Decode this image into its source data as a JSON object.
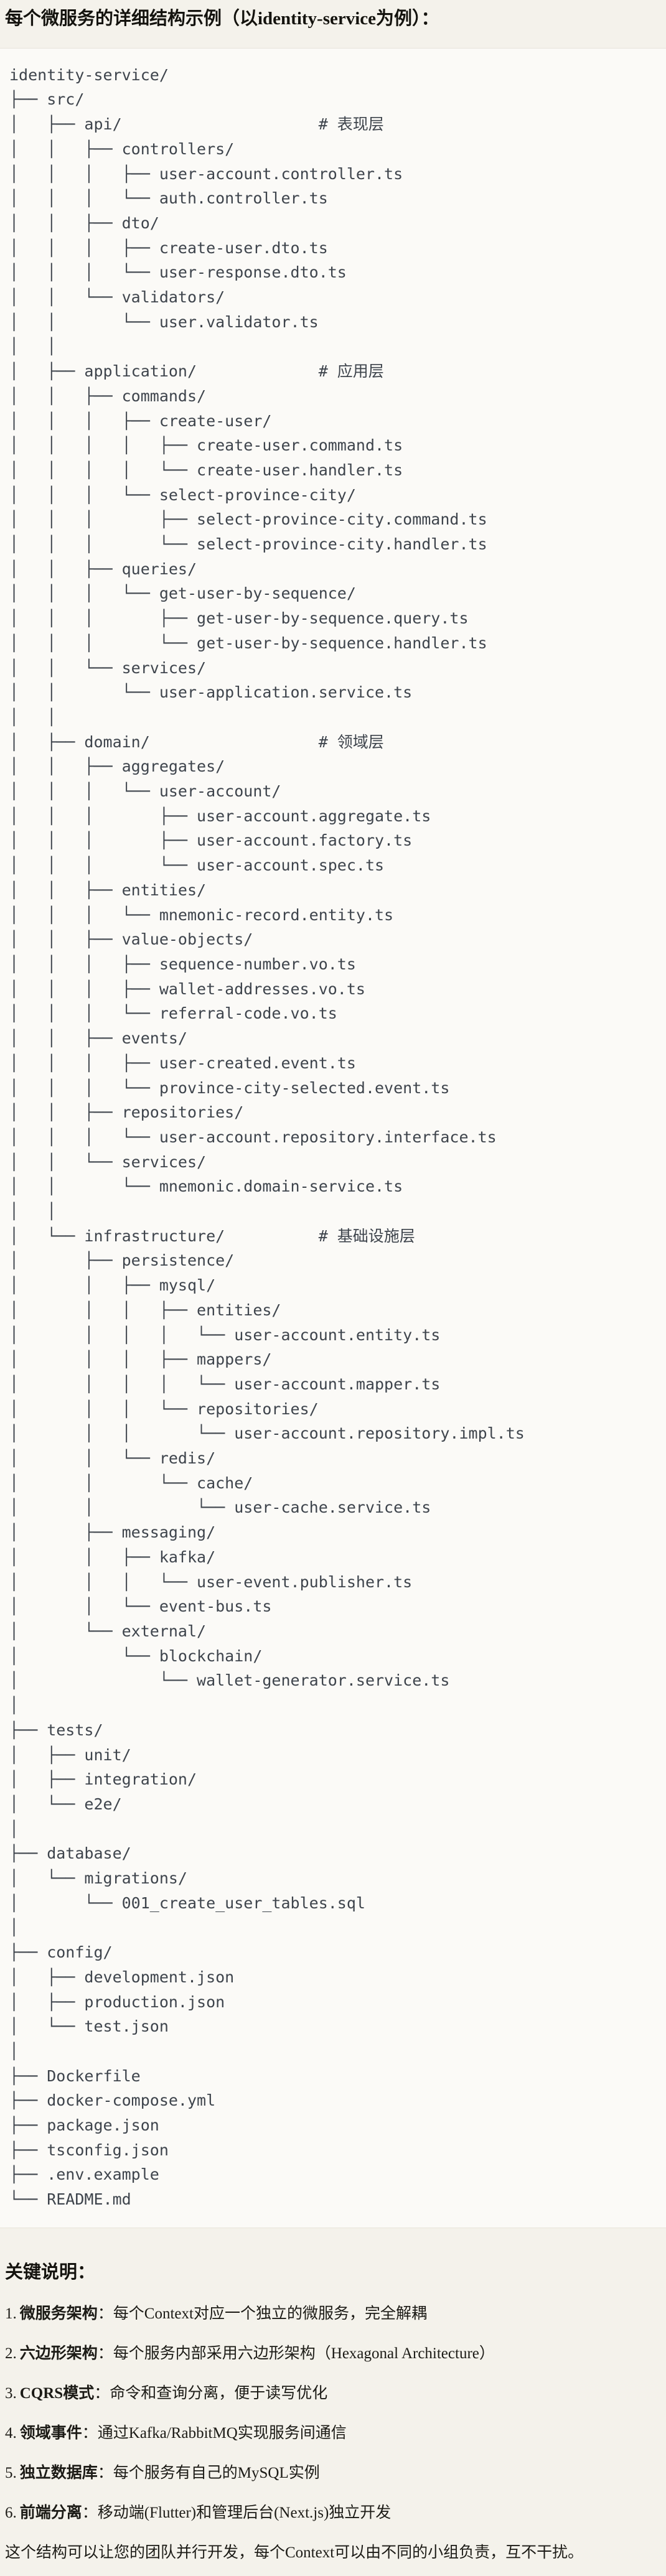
{
  "page": {
    "title": "每个微服务的详细结构示例（以identity-service为例）：",
    "colon": "："
  },
  "tree": {
    "lines": [
      "identity-service/",
      "├── src/",
      "│   ├── api/                     # 表现层",
      "│   │   ├── controllers/",
      "│   │   │   ├── user-account.controller.ts",
      "│   │   │   └── auth.controller.ts",
      "│   │   ├── dto/",
      "│   │   │   ├── create-user.dto.ts",
      "│   │   │   └── user-response.dto.ts",
      "│   │   └── validators/",
      "│   │       └── user.validator.ts",
      "│   │",
      "│   ├── application/             # 应用层",
      "│   │   ├── commands/",
      "│   │   │   ├── create-user/",
      "│   │   │   │   ├── create-user.command.ts",
      "│   │   │   │   └── create-user.handler.ts",
      "│   │   │   └── select-province-city/",
      "│   │   │       ├── select-province-city.command.ts",
      "│   │   │       └── select-province-city.handler.ts",
      "│   │   ├── queries/",
      "│   │   │   └── get-user-by-sequence/",
      "│   │   │       ├── get-user-by-sequence.query.ts",
      "│   │   │       └── get-user-by-sequence.handler.ts",
      "│   │   └── services/",
      "│   │       └── user-application.service.ts",
      "│   │",
      "│   ├── domain/                  # 领域层",
      "│   │   ├── aggregates/",
      "│   │   │   └── user-account/",
      "│   │   │       ├── user-account.aggregate.ts",
      "│   │   │       ├── user-account.factory.ts",
      "│   │   │       └── user-account.spec.ts",
      "│   │   ├── entities/",
      "│   │   │   └── mnemonic-record.entity.ts",
      "│   │   ├── value-objects/",
      "│   │   │   ├── sequence-number.vo.ts",
      "│   │   │   ├── wallet-addresses.vo.ts",
      "│   │   │   └── referral-code.vo.ts",
      "│   │   ├── events/",
      "│   │   │   ├── user-created.event.ts",
      "│   │   │   └── province-city-selected.event.ts",
      "│   │   ├── repositories/",
      "│   │   │   └── user-account.repository.interface.ts",
      "│   │   └── services/",
      "│   │       └── mnemonic.domain-service.ts",
      "│   │",
      "│   └── infrastructure/          # 基础设施层",
      "│       ├── persistence/",
      "│       │   ├── mysql/",
      "│       │   │   ├── entities/",
      "│       │   │   │   └── user-account.entity.ts",
      "│       │   │   ├── mappers/",
      "│       │   │   │   └── user-account.mapper.ts",
      "│       │   │   └── repositories/",
      "│       │   │       └── user-account.repository.impl.ts",
      "│       │   └── redis/",
      "│       │       └── cache/",
      "│       │           └── user-cache.service.ts",
      "│       ├── messaging/",
      "│       │   ├── kafka/",
      "│       │   │   └── user-event.publisher.ts",
      "│       │   └── event-bus.ts",
      "│       └── external/",
      "│           └── blockchain/",
      "│               └── wallet-generator.service.ts",
      "│",
      "├── tests/",
      "│   ├── unit/",
      "│   ├── integration/",
      "│   └── e2e/",
      "│",
      "├── database/",
      "│   └── migrations/",
      "│       └── 001_create_user_tables.sql",
      "│",
      "├── config/",
      "│   ├── development.json",
      "│   ├── production.json",
      "│   └── test.json",
      "│",
      "├── Dockerfile",
      "├── docker-compose.yml",
      "├── package.json",
      "├── tsconfig.json",
      "├── .env.example",
      "└── README.md"
    ]
  },
  "notes": {
    "heading": "关键说明：",
    "items": [
      {
        "num": "1.",
        "label": "微服务架构",
        "desc": "每个Context对应一个独立的微服务，完全解耦"
      },
      {
        "num": "2.",
        "label": "六边形架构",
        "desc": "每个服务内部采用六边形架构（Hexagonal Architecture）"
      },
      {
        "num": "3.",
        "label": "CQRS模式",
        "desc": "命令和查询分离，便于读写优化"
      },
      {
        "num": "4.",
        "label": "领域事件",
        "desc": "通过Kafka/RabbitMQ实现服务间通信"
      },
      {
        "num": "5.",
        "label": "独立数据库",
        "desc": "每个服务有自己的MySQL实例"
      },
      {
        "num": "6.",
        "label": "前端分离",
        "desc": "移动端(Flutter)和管理后台(Next.js)独立开发"
      }
    ],
    "footer": "这个结构可以让您的团队并行开发，每个Context可以由不同的小组负责，互不干扰。"
  }
}
